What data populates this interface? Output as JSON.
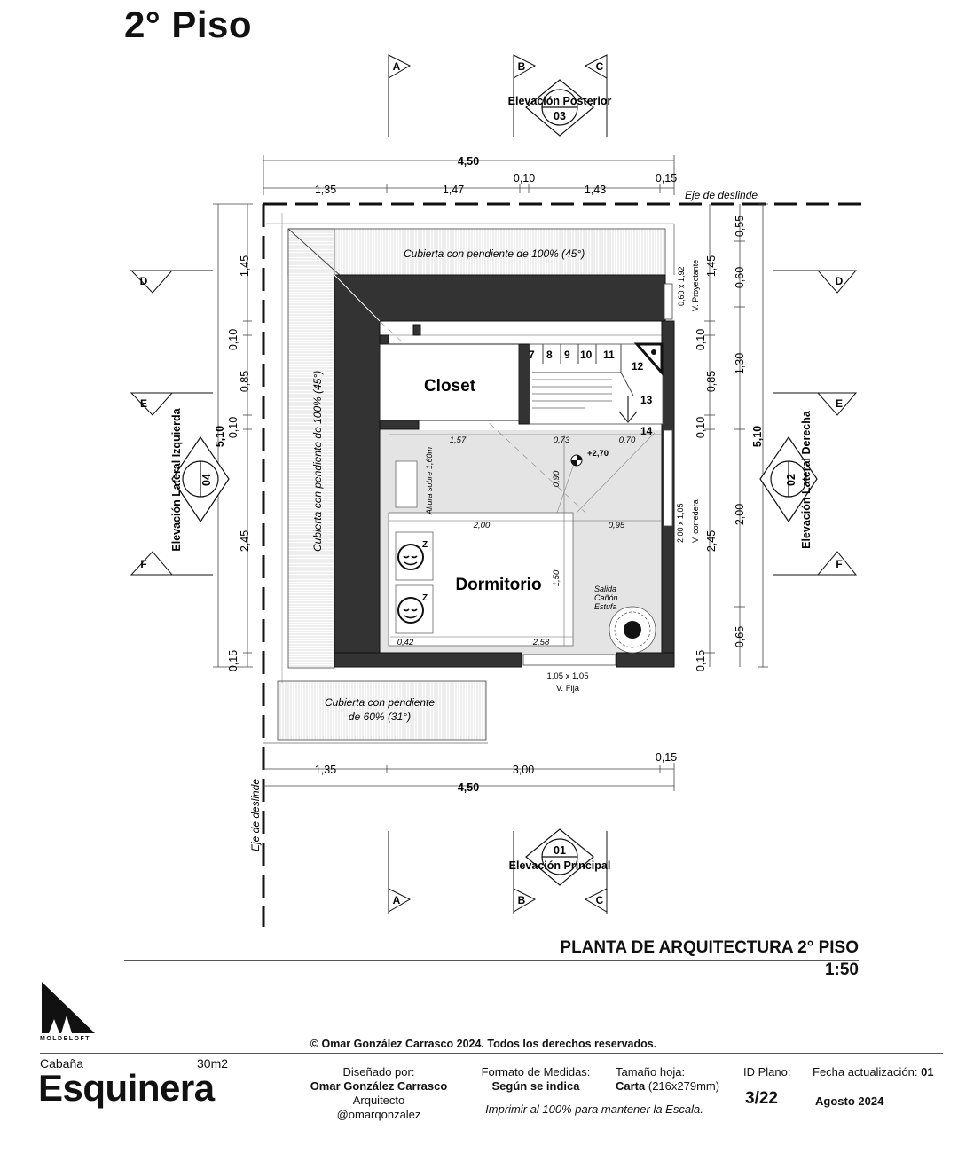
{
  "header": {
    "title": "2° Piso"
  },
  "elevations": {
    "top": "Elevación Posterior",
    "top_num": "03",
    "bottom": "Elevación Principal",
    "bottom_num": "01",
    "left": "Elevación Lateral Izquierda",
    "left_num": "04",
    "right": "Elevación Lateral Derecha",
    "right_num": "02"
  },
  "section_markers": {
    "a": "A",
    "b": "B",
    "c": "C",
    "d": "D",
    "e": "E",
    "f": "F"
  },
  "labels": {
    "eje_top": "Eje de deslinde",
    "eje_bottom": "Eje de deslinde",
    "roof_top": "Cubierta con pendiente de 100% (45°)",
    "roof_left": "Cubierta con pendiente de 100% (45°)",
    "roof_bottom_1": "Cubierta con pendiente",
    "roof_bottom_2": "de 60% (31°)",
    "closet": "Closet",
    "dormitorio": "Dormitorio",
    "stair_steps": [
      "7",
      "8",
      "9",
      "10",
      "11",
      "12",
      "13",
      "14"
    ],
    "level": "+2,70",
    "altura": "Altura sobre 1,60m",
    "salida_1": "Salida",
    "salida_2": "Cañón",
    "salida_3": "Estufa",
    "v_proyectante_size": "0,60 x 1,92",
    "v_proyectante": "V. Proyectante",
    "v_corredera_size": "2,00 x 1,05",
    "v_corredera": "V. corredera",
    "v_fija_size": "1,05 x 1,05",
    "v_fija": "V. Fija"
  },
  "dims": {
    "top_total": "4,50",
    "top_1": "1,35",
    "top_2": "1,47",
    "top_3": "0,10",
    "top_4": "1,43",
    "top_5": "0,15",
    "bot_1": "1,35",
    "bot_2": "3,00",
    "bot_3": "0,15",
    "bot_total": "4,50",
    "left_total": "5,10",
    "left_1": "1,45",
    "left_2": "0,10",
    "left_3": "0,85",
    "left_4": "0,10",
    "left_5": "2,45",
    "left_6": "0,15",
    "right_total": "5,10",
    "r_1": "0,55",
    "r_2": "0,60",
    "r_3": "1,30",
    "r_4": "2,00",
    "r_5": "0,65",
    "ri_1": "1,45",
    "ri_2": "0,10",
    "ri_3": "0,85",
    "ri_4": "0,10",
    "ri_5": "2,45",
    "ri_6": "0,15",
    "in_157": "1,57",
    "in_073": "0,73",
    "in_070": "0,70",
    "in_090": "0,90",
    "in_200": "2,00",
    "in_095": "0,95",
    "in_150": "1,50",
    "in_042": "0,42",
    "in_258": "2,58"
  },
  "plan": {
    "title": "PLANTA DE ARQUITECTURA 2° PISO",
    "scale": "1:50"
  },
  "footer": {
    "copyright": "© Omar González Carrasco 2024. Todos los derechos reservados.",
    "brand": "MOLDELOFT",
    "project_type": "Cabaña",
    "area": "30m2",
    "project_name": "Esquinera",
    "designed_label": "Diseñado por:",
    "designer": "Omar González Carrasco",
    "role": "Arquitecto",
    "handle": "@omarqonzalez",
    "format_label": "Formato de Medidas:",
    "format_value": "Según se indica",
    "sheet_label": "Tamaño hoja:",
    "sheet_value": "Carta",
    "sheet_size": "(216x279mm)",
    "print_note": "Imprimir al 100% para mantener la Escala.",
    "id_label": "ID Plano:",
    "id_value": "3/22",
    "date_label": "Fecha actualización:",
    "date_rev": "01",
    "date_value": "Agosto 2024"
  }
}
